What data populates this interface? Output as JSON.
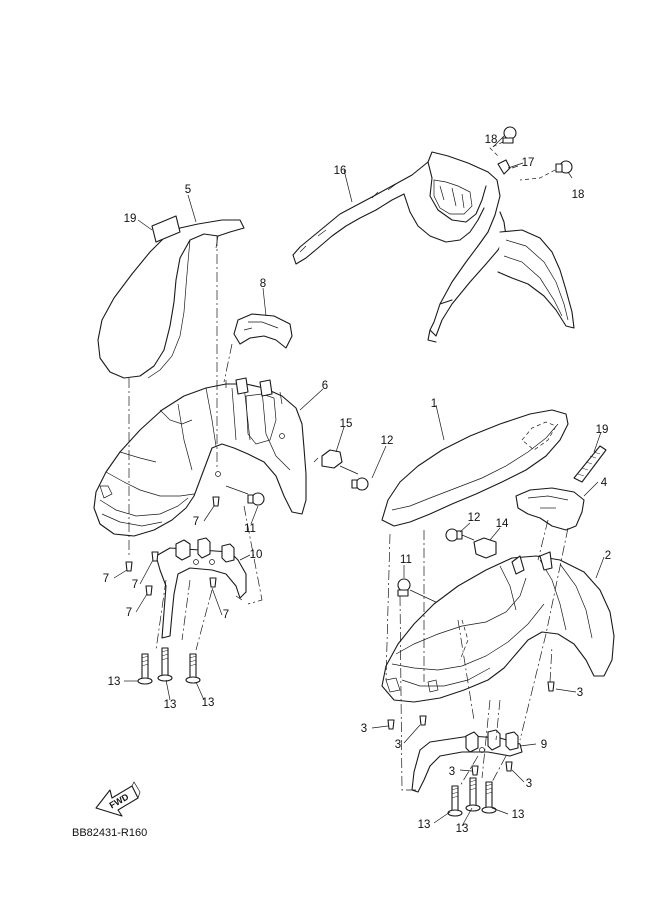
{
  "diagram": {
    "drawing_code": "BB82431-R160",
    "fwd_label": "FWD",
    "callouts": [
      "1",
      "2",
      "3",
      "4",
      "5",
      "6",
      "7",
      "8",
      "9",
      "10",
      "11",
      "12",
      "13",
      "14",
      "15",
      "16",
      "17",
      "18",
      "19"
    ]
  }
}
